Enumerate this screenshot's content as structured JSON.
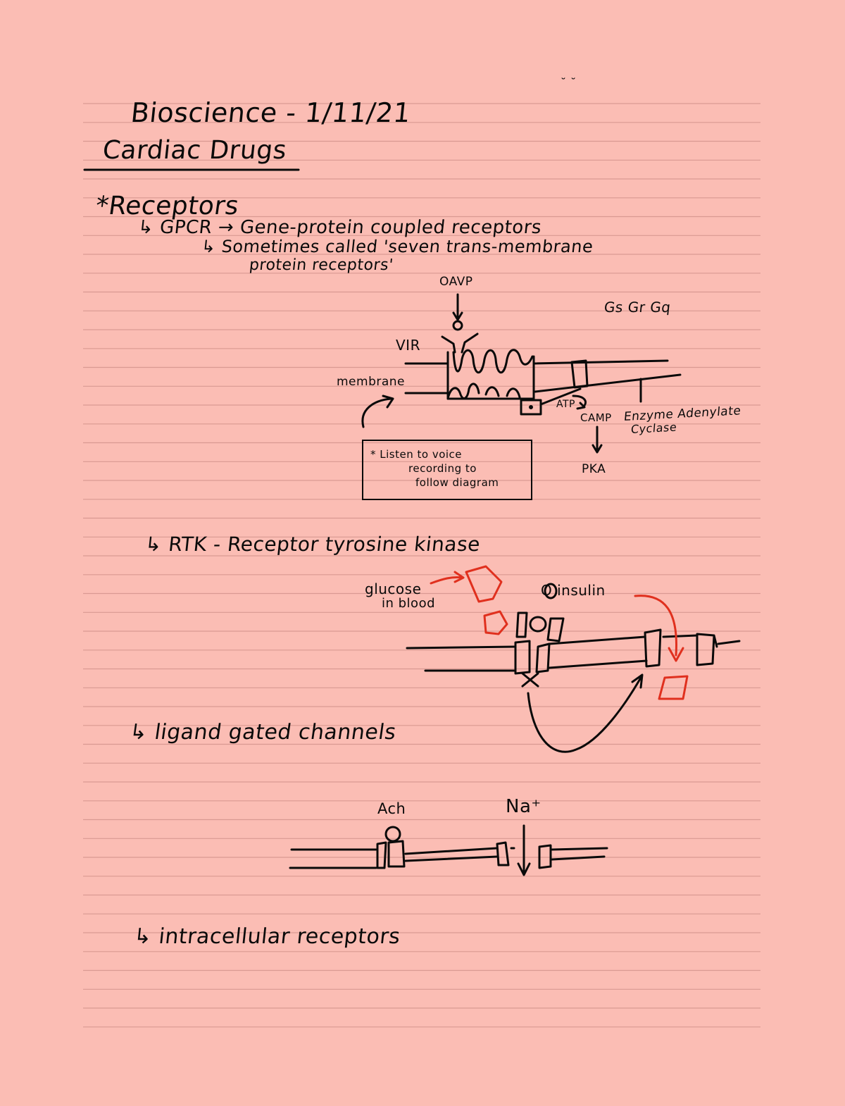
{
  "header": {
    "mark": "˘ ˘"
  },
  "title": {
    "subject": "Bioscience - 1/11/21",
    "topic": "Cardiac Drugs"
  },
  "receptors": {
    "heading": "*Receptors",
    "gpcr": {
      "line1": "↳ GPCR → Gene-protein coupled receptors",
      "line2": "↳ Sometimes called 'seven trans-membrane",
      "line3": "protein receptors'",
      "diagram": {
        "ligand": "OAVP",
        "g_proteins": "Gs Gr Gq",
        "receptor": "VIR",
        "membrane": "membrane",
        "atp": "ATP",
        "camp": "CAMP",
        "enzyme": "Enzyme Adenylate",
        "enzyme2": "Cyclase",
        "pka": "PKA",
        "note": [
          "* Listen to voice",
          "recording to",
          "follow diagram"
        ]
      }
    },
    "rtk": {
      "line": "↳ RTK - Receptor tyrosine kinase",
      "glucose": [
        "glucose",
        "in blood"
      ],
      "insulin": "O insulin"
    },
    "ligand_gated": {
      "line": "↳ ligand gated channels",
      "ach": "Ach",
      "na": "Na⁺"
    },
    "intracellular": {
      "line": "↳ intracellular receptors"
    }
  },
  "colors": {
    "paper": "#fbbdb4",
    "rule": "#d99a92",
    "ink": "#0a0a0a",
    "red_ink": "#e0301e"
  }
}
